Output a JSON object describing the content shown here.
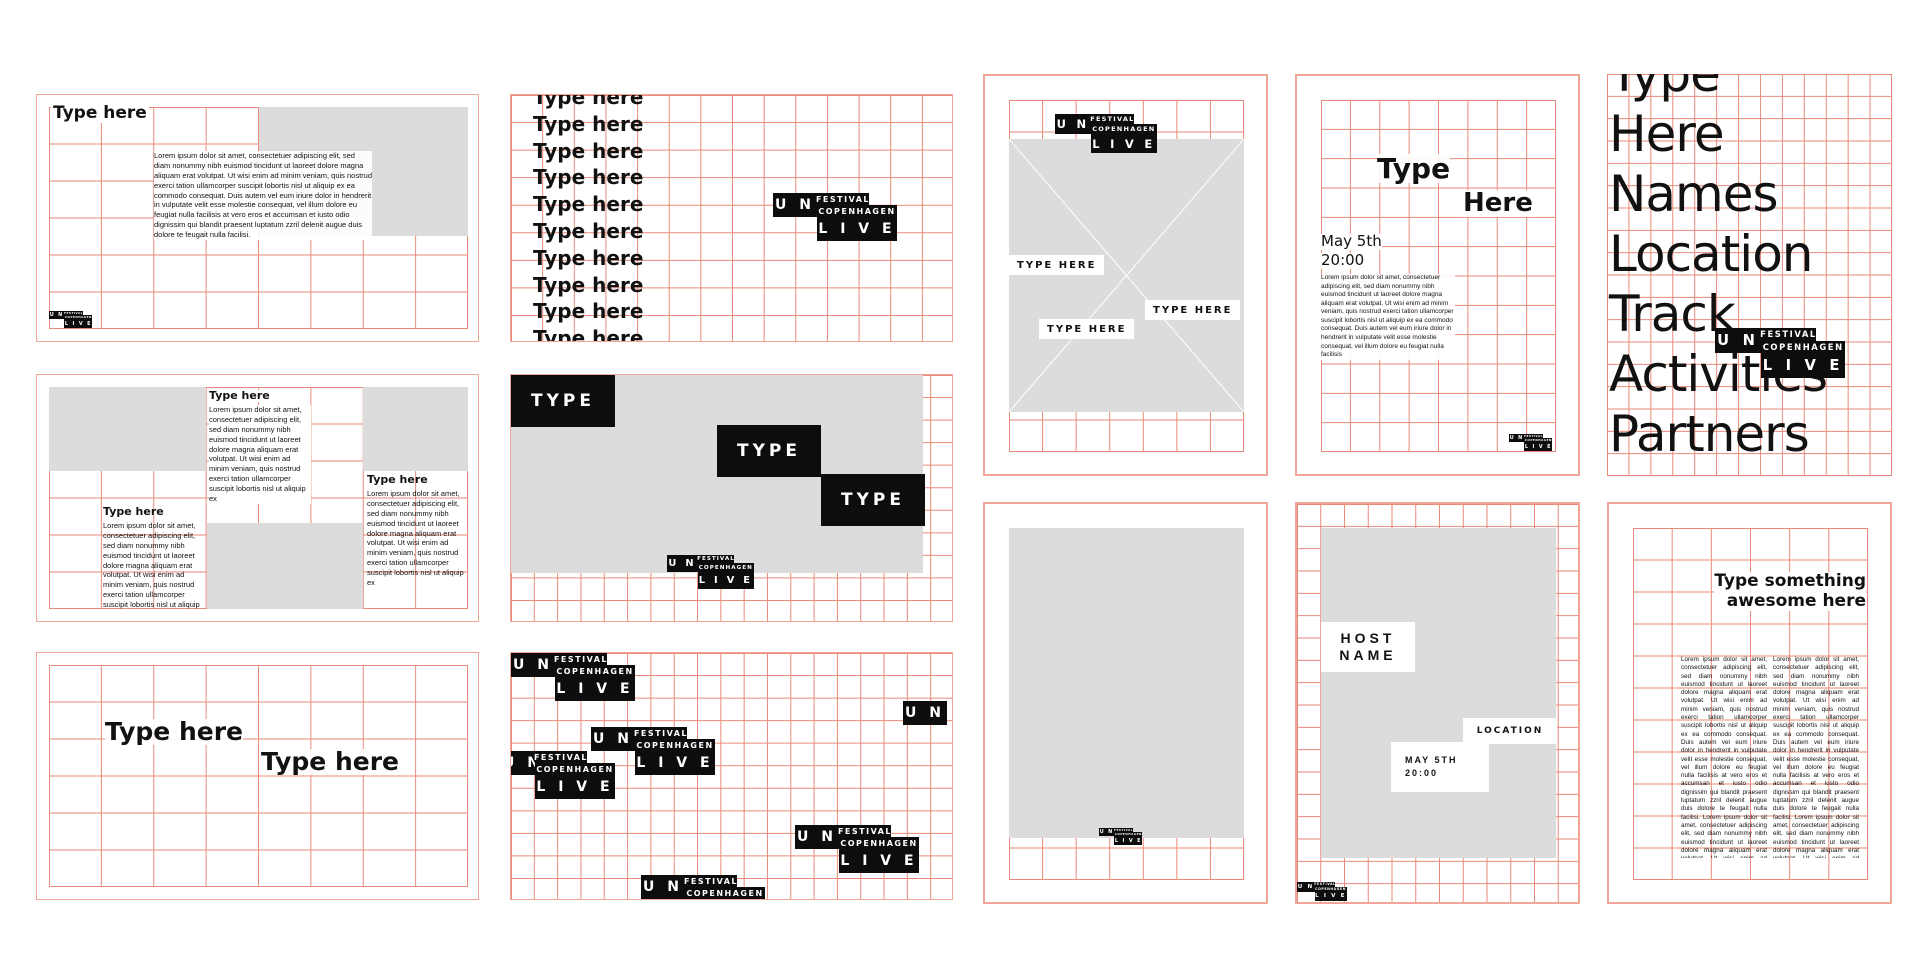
{
  "colors": {
    "grid": "#ea8a7a",
    "border": "#f0a597",
    "image": "#dcdcdc",
    "black": "#0d0d0d"
  },
  "logo": {
    "un": "U N",
    "festival": "FESTIVAL",
    "copenhagen": "COPENHAGEN",
    "live": "L I V E"
  },
  "p1": {
    "title": "Type here",
    "body": "Lorem ipsum dolor sit amet, consectetuer adipiscing elit, sed diam nonummy nibh euismod tincidunt ut laoreet dolore magna aliquam erat volutpat. Ut wisi enim ad minim veniam, quis nostrud exerci tation ullamcorper suscipit lobortis nisl ut aliquip ex ea commodo consequat. Duis autem vel eum iriure dolor in hendrerit in vulputate velit esse molestie consequat, vel illum dolore eu feugiat nulla facilisis at vero eros et accumsan et iusto odio dignissim qui blandit praesent luptatum zzril delenit augue duis dolore te feugait nulla facilisi."
  },
  "p2": {
    "lines": [
      "Type here",
      "Type here",
      "Type here",
      "Type here",
      "Type here",
      "Type here",
      "Type here",
      "Type here",
      "Type here",
      "Type here"
    ]
  },
  "p3": {
    "t1": "Type here",
    "t2": "Type here",
    "t3": "Type here",
    "body1": "Lorem ipsum dolor sit amet, consectetuer adipiscing elit, sed diam nonummy nibh euismod tincidunt ut laoreet dolore magna aliquam erat volutpat. Ut wisi enim ad minim veniam, quis nostrud exerci tation ullamcorper suscipit lobortis nisl ut aliquip ex",
    "body2": "Lorem ipsum dolor sit amet, consectetuer adipiscing elit, sed diam nonummy nibh euismod tincidunt ut laoreet dolore magna aliquam erat volutpat. Ut wisi enim ad minim veniam, quis nostrud exerci tation ullamcorper suscipit lobortis nisl ut aliquip ex",
    "body3": "Lorem ipsum dolor sit amet, consectetuer adipiscing elit, sed diam nonummy nibh euismod tincidunt ut laoreet dolore magna aliquam erat volutpat. Ut wisi enim ad minim veniam, quis nostrud exerci tation ullamcorper suscipit lobortis nisl ut aliquip ex ea commodo consequat. Duis autem vel eum iriure dolor in"
  },
  "p4": {
    "type": "TYPE"
  },
  "p5": {
    "t1": "Type here",
    "t2": "Type here"
  },
  "p7": {
    "tag1": "TYPE HERE",
    "tag2": "TYPE HERE",
    "tag3": "TYPE HERE"
  },
  "p8": {
    "type": "Type",
    "here": "Here",
    "date": "May 5th",
    "time": "20:00",
    "body": "Lorem ipsum dolor sit amet, consectetuer adipiscing elit, sed diam nonummy nibh euismod tincidunt ut laoreet dolore magna aliquam erat volutpat. Ut wisi enim ad minim veniam, quis nostrud exerci tation ullamcorper suscipit lobortis nisl ut aliquip ex ea commodo consequat. Duis autem vel eum iriure dolor in hendrerit in vulputate velit esse molestie consequat, vel illum dolore eu feugiat nulla facilisis"
  },
  "p9": {
    "lines": [
      "Type",
      "Here",
      "Names",
      "Location",
      "Track",
      "Activities",
      "Partners"
    ]
  },
  "p11": {
    "host": "HOST",
    "name": "NAME",
    "location": "LOCATION",
    "date": "MAY 5TH",
    "time": "20:00"
  },
  "p12": {
    "title1": "Type something",
    "title2": "awesome here",
    "col": "Lorem ipsum dolor sit amet, consectetuer adipiscing elit, sed diam nonummy nibh euismod tincidunt ut laoreet dolore magna aliquam erat volutpat. Ut wisi enim ad minim veniam, quis nostrud exerci tation ullamcorper suscipit lobortis nisl ut aliquip ex ea commodo consequat. Duis autem vel eum iriure dolor in hendrerit in vulputate velit esse molestie consequat, vel illum dolore eu feugiat nulla facilisis at vero eros et accumsan et iusto odio dignissim qui blandit praesent luptatum zzril delenit augue duis dolore te feugait nulla facilisi. Lorem ipsum dolor sit amet, consectetuer adipiscing elit, sed diam nonummy nibh euismod tincidunt ut laoreet dolore magna aliquam erat volutpat. Ut wisi enim ad minim veniam, quis nostrud exerci tation ullamcorper suscipit lobortis nisl ut aliquip ex ea commodo consequat."
  }
}
